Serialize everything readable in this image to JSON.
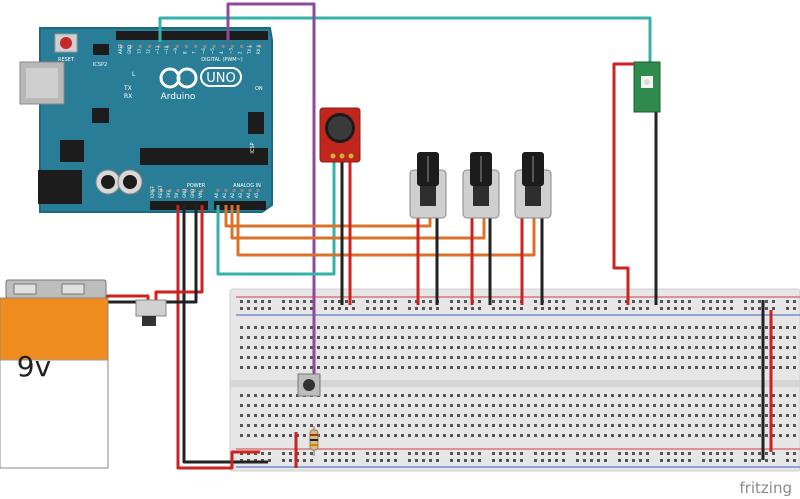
{
  "arduino": {
    "reset_label": "RESET",
    "icsp2_label": "ICSP2",
    "l_label": "L",
    "tx_label": "TX",
    "rx_label": "RX",
    "model_label": "UNO",
    "brand_label": "Arduino",
    "on_label": "ON",
    "icsp_label": "ICSP",
    "digital_label": "DIGITAL (PWM~)",
    "power_label": "POWER",
    "analog_label": "ANALOG IN",
    "digital_pins": [
      "AREF",
      "GND",
      "13",
      "12",
      "~11",
      "~10",
      "~9",
      "8",
      "7",
      "~6",
      "~5",
      "4",
      "~3",
      "2",
      "TX 1",
      "RX 0"
    ],
    "power_pins": [
      "IOREF",
      "RESET",
      "3V3",
      "5V",
      "GND",
      "GND",
      "VIN"
    ],
    "analog_pins": [
      "A0",
      "A1",
      "A2",
      "A3",
      "A4",
      "A5"
    ]
  },
  "battery": {
    "label": "9v"
  },
  "watermark": "fritzing",
  "colors": {
    "board": "#2a7d96",
    "board_edge": "#1f6a80",
    "teal_wire": "#35b2a8",
    "purple_wire": "#8c4a9a",
    "orange_wire": "#d9732b",
    "red_wire": "#cc2222",
    "black_wire": "#222222",
    "battery_body": "#f08c1e",
    "battery_bottom": "#ffffff",
    "breadboard": "#e8e8e8",
    "mic_board": "#c0261c",
    "led_board": "#2f8a4d"
  }
}
